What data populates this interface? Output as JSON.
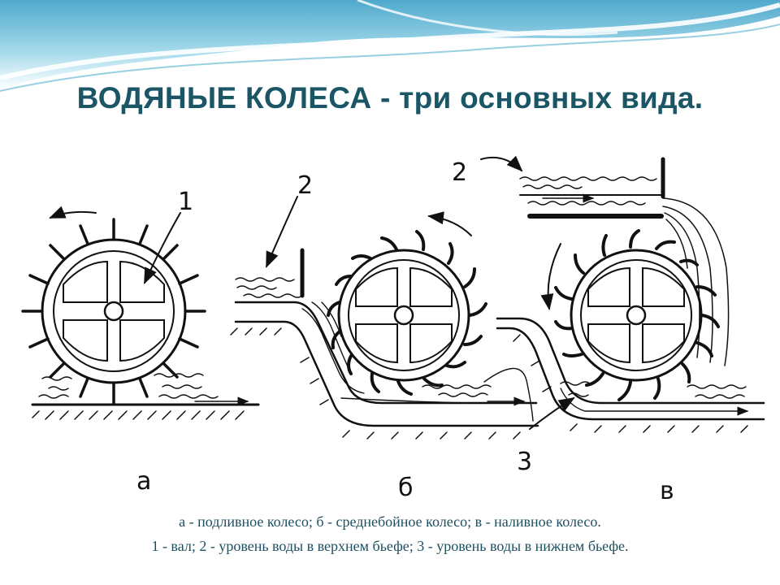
{
  "title": "ВОДЯНЫЕ КОЛЕСА - три основных вида.",
  "labels": {
    "wheel_a": "а",
    "wheel_b": "б",
    "wheel_c": "в",
    "marker_1": "1",
    "marker_2_left": "2",
    "marker_2_right": "2",
    "marker_3": "3"
  },
  "caption": {
    "line1": "а - подливное колесо; б - среднебойное колесо; в - наливное колесо.",
    "line2": "1 - вал; 2 - уровень воды в верхнем бьефе; 3 - уровень воды в нижнем бьефе."
  },
  "colors": {
    "title": "#1b5667",
    "caption": "#1d4f60",
    "header_wave": "#7fc3dc",
    "line": "#111111"
  }
}
